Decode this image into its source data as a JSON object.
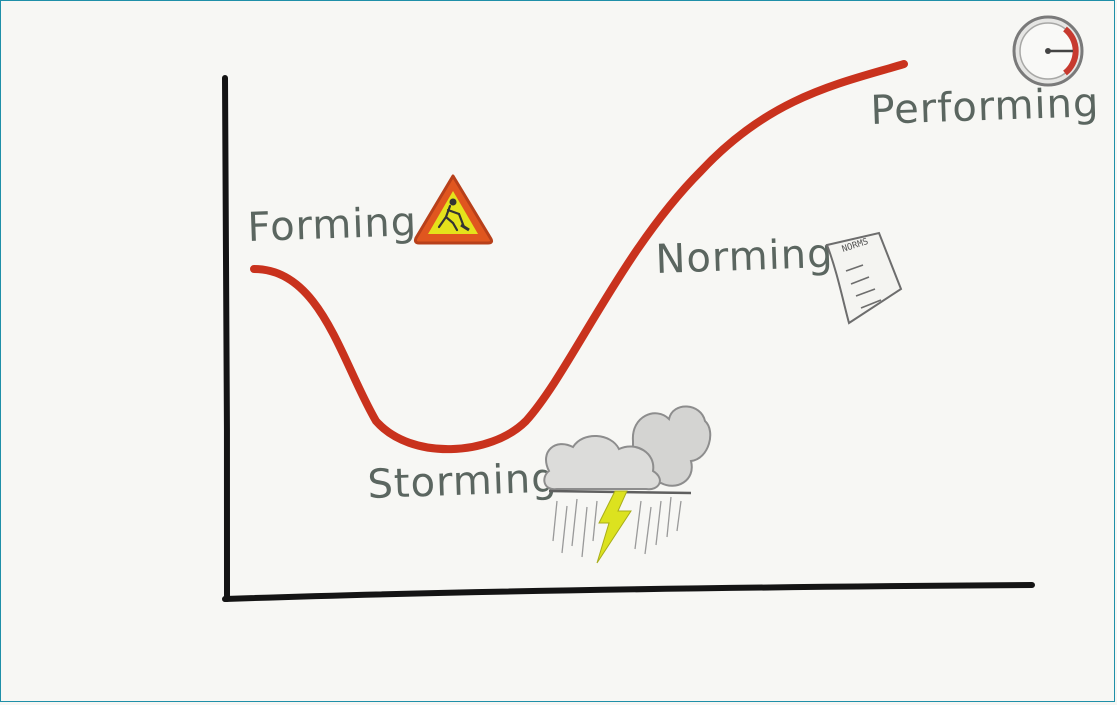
{
  "stages": {
    "forming": "Forming",
    "storming": "Storming",
    "norming": "Norming",
    "performing": "Performing"
  },
  "icons": {
    "forming": "construction-sign-icon",
    "storming": "storm-cloud-icon",
    "norming": "norms-document-icon",
    "performing": "speedometer-icon"
  },
  "norms_doc_label": "NORMS",
  "colors": {
    "curve": "#c9321d",
    "axis": "#141414",
    "text": "#5b6660",
    "warning_orange": "#e0561f",
    "warning_yellow": "#e5e21b",
    "bolt": "#dce21f",
    "cloud": "#8d8d8d"
  }
}
